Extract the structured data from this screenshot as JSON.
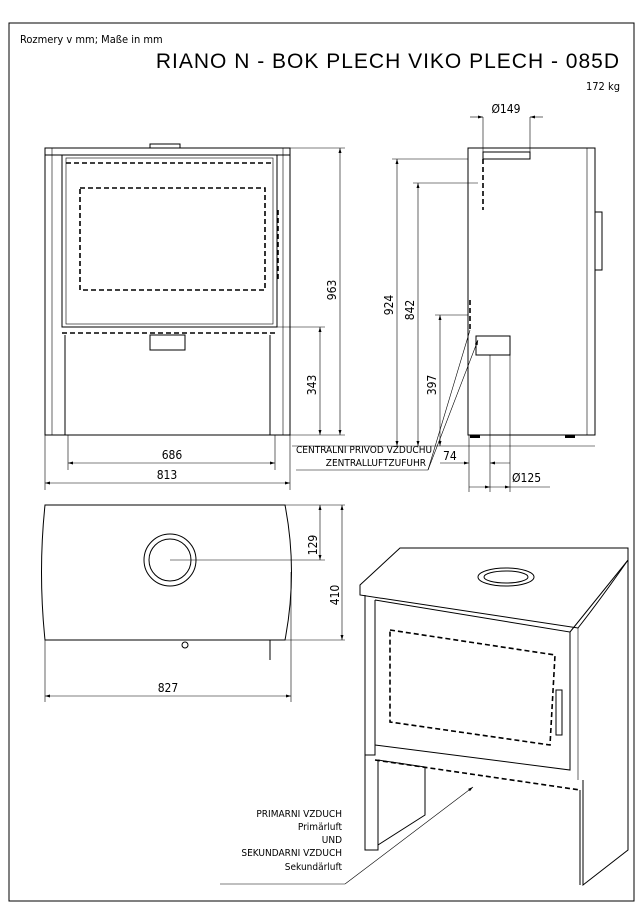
{
  "header": {
    "units_note": "Rozmery v mm; Maße in mm",
    "title": "RIANO N - BOK PLECH VIKO PLECH - 085D",
    "weight": "172 kg"
  },
  "front_view": {
    "height_total": "963",
    "height_ash": "343",
    "width_inner": "686",
    "width_total": "813"
  },
  "side_view": {
    "flue_diameter": "Ø149",
    "height_flue": "924",
    "height_rear": "842",
    "height_air": "397",
    "air_offset": "74",
    "air_diameter": "Ø125",
    "air_label_cz": "CENTRALNI PRIVOD VZDUCHU",
    "air_label_de": "ZENTRALLUFTZUFUHR"
  },
  "top_view": {
    "flue_offset": "129",
    "depth": "410",
    "width": "827"
  },
  "iso_view": {
    "label_1": "PRIMARNI VZDUCH",
    "label_2": "Primärluft",
    "label_3": "UND",
    "label_4": "SEKUNDARNI VZDUCH",
    "label_5": "Sekundärluft"
  }
}
